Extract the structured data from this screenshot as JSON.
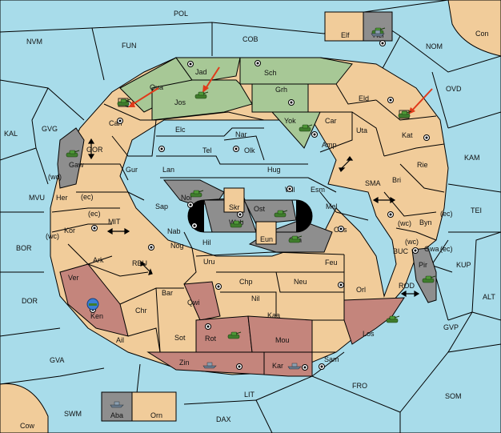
{
  "map": {
    "sea_color": "#a8dcea",
    "land_color": "#f1cc9a",
    "green_faction_color": "#a7c896",
    "red_faction_color": "#c4857c",
    "gray_faction_color": "#8e8e8e",
    "arrow_color": "#e03a1a",
    "sea_regions": [
      "POL",
      "NVM",
      "FUN",
      "COB",
      "NOM",
      "OVD",
      "KAL",
      "GVG",
      "GOR",
      "MVU",
      "BOR",
      "MIT",
      "RBU",
      "DOR",
      "GVA",
      "SWM",
      "DAX",
      "LIT",
      "FRO",
      "SOM",
      "GVP",
      "ALT",
      "KUP",
      "BUC",
      "ROD",
      "TEI",
      "KAM",
      "SMA"
    ],
    "corner_regions": [
      "Con",
      "Cow"
    ],
    "land_regions": [
      "Elf",
      "Hel",
      "Jad",
      "Sch",
      "Qua",
      "Jos",
      "Grh",
      "Can",
      "Yok",
      "Car",
      "Eld",
      "Elc",
      "Nar",
      "Tel",
      "Olk",
      "Amp",
      "Uta",
      "Kat",
      "Gur",
      "Lan",
      "Hug",
      "Gaw",
      "Rie",
      "Bri",
      "Nor",
      "Wil",
      "Esm",
      "Her",
      "Skr",
      "Ost",
      "Mel",
      "Kor",
      "Sap",
      "Web",
      "Byn",
      "Nab",
      "Eun",
      "Sun",
      "Obs",
      "Gwa",
      "Hil",
      "Nog",
      "Ark",
      "Uru",
      "Feu",
      "Pir",
      "Ver",
      "Chp",
      "Neu",
      "Orl",
      "Bar",
      "Qwi",
      "Nil",
      "Ken",
      "Chr",
      "Kaa",
      "Los",
      "Ail",
      "Sot",
      "Rot",
      "Mou",
      "Zin",
      "Kar",
      "Sam",
      "Aba",
      "Orn"
    ],
    "coast_tags": [
      "(wc)",
      "(ec)",
      "(ec)",
      "(wc)",
      "(wc)",
      "(ec)",
      "(wc)",
      "(ec)"
    ],
    "unit_icons": [
      "tank-icon",
      "fleet-icon",
      "rebel-icon"
    ]
  }
}
